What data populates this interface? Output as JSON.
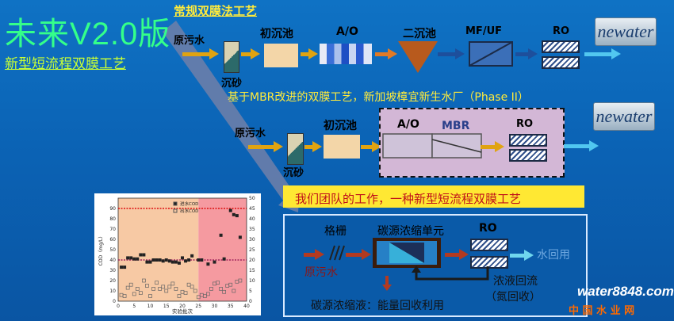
{
  "title": "未来V2.0版",
  "subtitle": "新型短流程双膜工艺",
  "conventional": {
    "title": "常规双膜法工艺",
    "raw": "原污水",
    "grit": "沉砂",
    "primary": "初沉池",
    "ao": "A/O",
    "secondary": "二沉池",
    "mfuf": "MF/UF",
    "ro": "RO"
  },
  "mbr": {
    "title": "基于MBR改进的双膜工艺，新加坡樟宜新生水厂（Phase II）",
    "raw": "原污水",
    "grit": "沉砂",
    "primary": "初沉池",
    "ao": "A/O",
    "mbr": "MBR",
    "ro": "RO"
  },
  "logo": {
    "text": "newater"
  },
  "team": {
    "title": "我们团队的工作，一种新型短流程双膜工艺",
    "grating": "格栅",
    "concentrator": "碳源浓缩单元",
    "ro": "RO",
    "reuse": "水回用",
    "raw": "原污水",
    "recycle": "浓液回流",
    "recycle_sub": "（氮回收）",
    "carbon": "碳源浓缩液：能量回收利用"
  },
  "watermark": {
    "brand": "water8848.com",
    "cn": "中 国 水 业 网"
  },
  "chart_data": {
    "type": "scatter",
    "xlabel": "实验批次",
    "ylabel": "COD（mg/L）",
    "xlim": [
      0,
      40
    ],
    "ylim": [
      0,
      100
    ],
    "y2lim": [
      0,
      50
    ],
    "xticks": [
      "0",
      "5",
      "10",
      "15",
      "20",
      "25",
      "30",
      "35",
      "40"
    ],
    "yticks": [
      "0",
      "10",
      "20",
      "30",
      "40",
      "50",
      "60",
      "70",
      "80",
      "90"
    ],
    "y2ticks": [
      "0",
      "5",
      "10",
      "15",
      "20",
      "25",
      "30",
      "35",
      "40",
      "45",
      "50"
    ],
    "shaded_regions": [
      {
        "from": 0,
        "to": 25,
        "color": "#f7c9a4"
      },
      {
        "from": 25,
        "to": 40,
        "color": "#f59aa0"
      }
    ],
    "hlines": [
      {
        "y": 90,
        "color": "#d11"
      },
      {
        "y": 40,
        "color": "#a1275e"
      }
    ],
    "series": [
      {
        "name": "进水COD",
        "marker": "filled-square",
        "x": [
          1,
          2,
          3,
          4,
          5,
          6,
          7,
          8,
          9,
          10,
          11,
          12,
          13,
          14,
          15,
          16,
          17,
          18,
          19,
          20,
          21,
          22,
          23,
          25,
          26,
          28,
          30,
          32,
          33,
          35,
          36,
          37,
          38
        ],
        "values": [
          33,
          33,
          42,
          42,
          41,
          41,
          45,
          45,
          38,
          38,
          40,
          40,
          40,
          39,
          40,
          39,
          38,
          38,
          37,
          42,
          39,
          40,
          44,
          40,
          40,
          36,
          38,
          64,
          41,
          88,
          84,
          83,
          62
        ]
      },
      {
        "name": "出水COD",
        "marker": "open-square",
        "x": [
          1,
          2,
          3,
          4,
          5,
          6,
          7,
          8,
          9,
          10,
          11,
          12,
          13,
          14,
          15,
          16,
          17,
          18,
          19,
          20,
          21,
          22,
          23,
          24,
          25,
          26,
          27,
          28,
          29,
          30,
          31,
          32,
          33,
          34,
          35,
          36,
          37,
          38
        ],
        "values": [
          6,
          5,
          13,
          16,
          7,
          12,
          8,
          20,
          15,
          5,
          12,
          18,
          12,
          14,
          10,
          14,
          17,
          12,
          5,
          9,
          8,
          16,
          14,
          10,
          4,
          6,
          5,
          7,
          12,
          17,
          18,
          12,
          9,
          15,
          16,
          10,
          19,
          20
        ]
      }
    ]
  }
}
